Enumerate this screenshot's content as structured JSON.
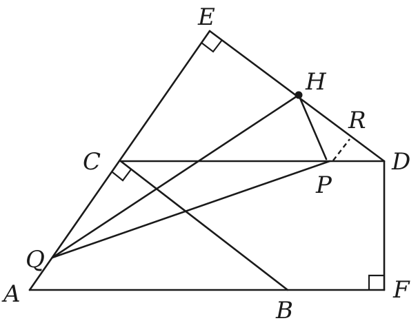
{
  "labels": {
    "E": "E",
    "H": "H",
    "R": "R",
    "C": "C",
    "D": "D",
    "P": "P",
    "Q": "Q",
    "A": "A",
    "B": "B",
    "F": "F"
  },
  "colors": {
    "ink": "#1a1a1a",
    "background": "#ffffff"
  }
}
